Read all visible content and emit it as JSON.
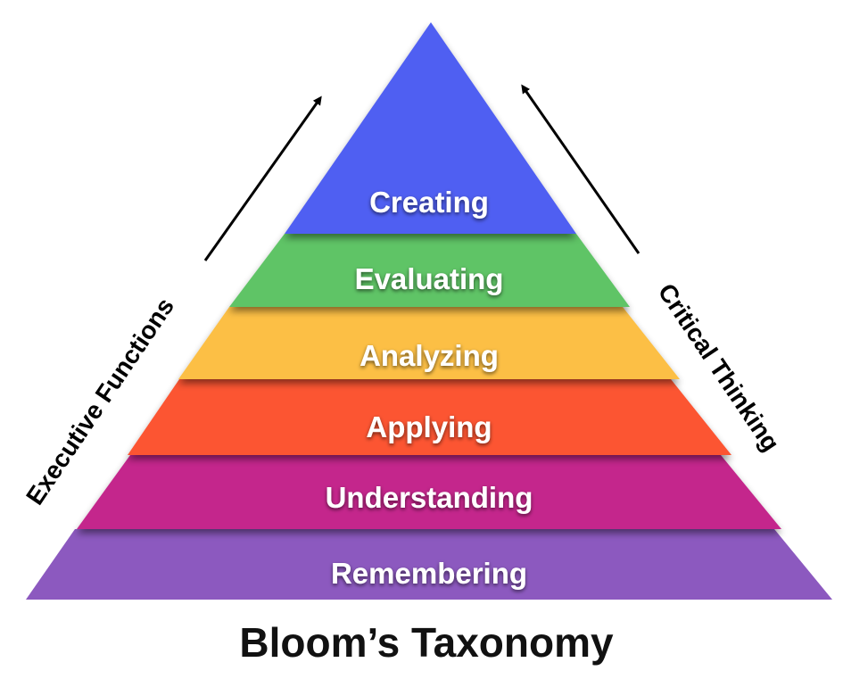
{
  "title": "Bloom’s Taxonomy",
  "left_label": "Executive Functions",
  "right_label": "Critical Thinking",
  "tiers": [
    {
      "label": "Creating",
      "color": "#4f5ef2"
    },
    {
      "label": "Evaluating",
      "color": "#5ec466"
    },
    {
      "label": "Analyzing",
      "color": "#fcbf45"
    },
    {
      "label": "Applying",
      "color": "#fc5431"
    },
    {
      "label": "Understanding",
      "color": "#c4278c"
    },
    {
      "label": "Remembering",
      "color": "#8c59bf"
    }
  ]
}
